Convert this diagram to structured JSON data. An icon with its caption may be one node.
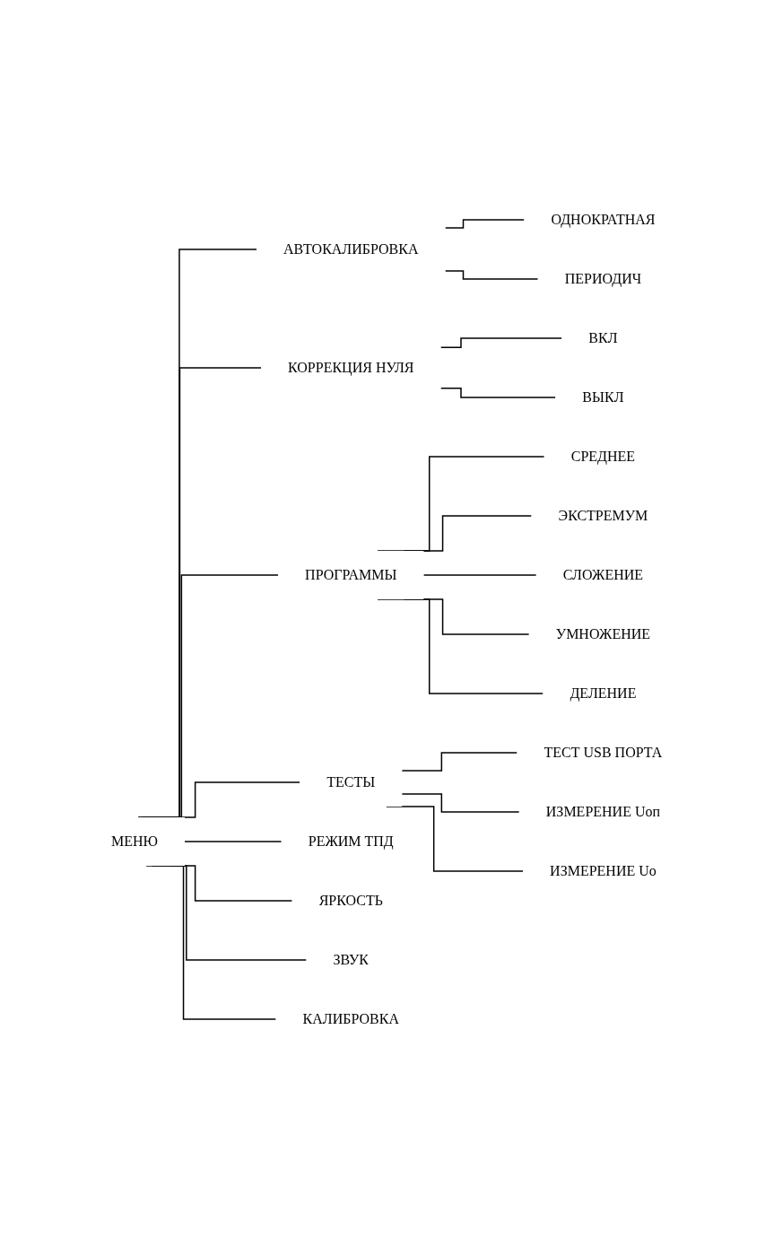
{
  "diagram": {
    "nodes": [
      {
        "text": [
          "МЕНЮ"
        ]
      },
      {
        "text": [
          "АВТОКАЛИБРОВКА"
        ]
      },
      {
        "text": [
          "ОДНОКРАТНАЯ"
        ]
      },
      {
        "text": [
          "ПЕРИОДИЧ"
        ]
      },
      {
        "text": [
          "КОРРЕКЦИЯ НУЛЯ"
        ]
      },
      {
        "text": [
          "ВКЛ"
        ]
      },
      {
        "text": [
          "ВЫКЛ"
        ]
      },
      {
        "text": [
          "ПРОГРАММЫ"
        ]
      },
      {
        "text": [
          "СРЕДНЕЕ"
        ]
      },
      {
        "text": [
          "ЭКСТРЕМУМ"
        ]
      },
      {
        "text": [
          "СЛОЖЕНИЕ"
        ]
      },
      {
        "text": [
          "УМНОЖЕНИЕ"
        ]
      },
      {
        "text": [
          "ДЕЛЕНИЕ"
        ]
      },
      {
        "text": [
          "ТЕСТЫ"
        ]
      },
      {
        "text": [
          "ТЕСТ USB ПОРТА"
        ]
      },
      {
        "text": [
          "ИЗМЕРЕНИЕ Uoп"
        ]
      },
      {
        "text": [
          "ИЗМЕРЕНИЕ Uo"
        ]
      },
      {
        "text": [
          "РЕЖИМ ТПД"
        ]
      },
      {
        "text": [
          "ЯРКОСТЬ"
        ]
      },
      {
        "text": [
          "ЗВУК"
        ]
      },
      {
        "text": [
          "КАЛИБРОВКА"
        ]
      }
    ],
    "edges": [
      {
        "from": 0,
        "to": 1,
        "arrow": "none"
      },
      {
        "from": 1,
        "to": 2,
        "arrow": "none"
      },
      {
        "from": 1,
        "to": 3,
        "arrow": "none"
      },
      {
        "from": 0,
        "to": 4,
        "arrow": "none"
      },
      {
        "from": 4,
        "to": 5,
        "arrow": "none"
      },
      {
        "from": 4,
        "to": 6,
        "arrow": "none"
      },
      {
        "from": 0,
        "to": 7,
        "arrow": "none"
      },
      {
        "from": 7,
        "to": 8,
        "arrow": "none"
      },
      {
        "from": 7,
        "to": 9,
        "arrow": "none"
      },
      {
        "from": 7,
        "to": 10,
        "arrow": "none"
      },
      {
        "from": 7,
        "to": 11,
        "arrow": "none"
      },
      {
        "from": 7,
        "to": 12,
        "arrow": "none"
      },
      {
        "from": 0,
        "to": 13,
        "arrow": "none"
      },
      {
        "from": 13,
        "to": 14,
        "arrow": "none"
      },
      {
        "from": 13,
        "to": 15,
        "arrow": "none"
      },
      {
        "from": 13,
        "to": 16,
        "arrow": "none"
      },
      {
        "from": 0,
        "to": 17,
        "arrow": "none"
      },
      {
        "from": 0,
        "to": 18,
        "arrow": "none"
      },
      {
        "from": 0,
        "to": 19,
        "arrow": "none"
      },
      {
        "from": 0,
        "to": 20,
        "arrow": "none"
      }
    ]
  }
}
